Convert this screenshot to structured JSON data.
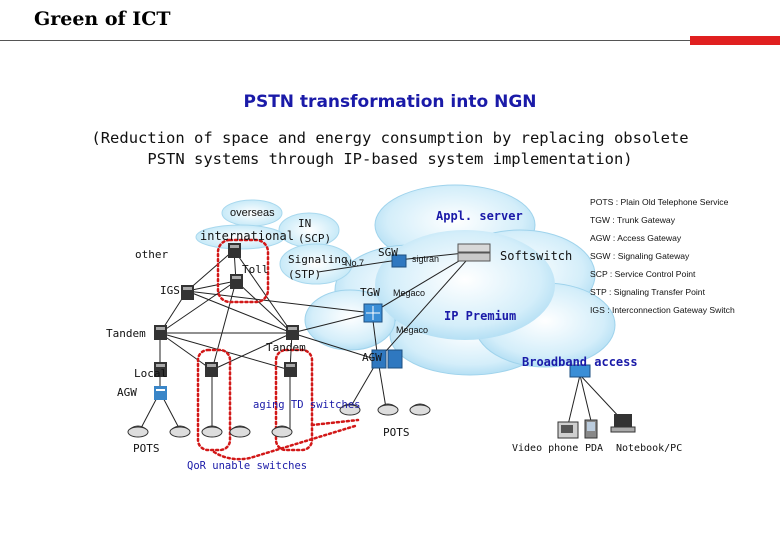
{
  "header": {
    "title": "Green of ICT"
  },
  "title": "PSTN transformation into NGN",
  "subtitle_lines": [
    "(Reduction of space and energy consumption by replacing obsolete",
    "PSTN systems through IP-based system implementation)"
  ],
  "labels": {
    "overseas": "overseas",
    "international": "international",
    "other": "other",
    "toll": "Toll",
    "igs": "IGS",
    "tandem_left": "Tandem",
    "tandem_mid": "Tandem",
    "local": "Local",
    "agw_left": "AGW",
    "pots_left": "POTS",
    "in": "IN",
    "scp": "(SCP)",
    "signaling": "Signaling",
    "stp": "(STP)",
    "no7": "No.7",
    "sgw": "SGW",
    "sigtran": "sigtran",
    "appl_server": "Appl. server",
    "softswitch": "Softswitch",
    "tgw": "TGW",
    "megaco_top": "Megaco",
    "ip_premium": "IP Premium",
    "megaco_bottom": "Megaco",
    "agw_right": "AGW",
    "broadband_access": "Broadband access",
    "aging_td": "aging TD switches",
    "qor": "QoR unable switches",
    "pots_mid": "POTS",
    "video_phone": "Video phone",
    "pda": "PDA",
    "notebook": "Notebook/PC"
  },
  "legend": [
    "POTS : Plain Old Telephone Service",
    "TGW : Trunk Gateway",
    "AGW : Access Gateway",
    "SGW : Signaling Gateway",
    "SCP : Service Control Point",
    "STP : Signaling Transfer Point",
    "IGS : Interconnection Gateway Switch"
  ],
  "colors": {
    "title_blue": "#1a1aa8",
    "accent_red": "#e02020",
    "cloud": "#bfe6f7",
    "dotted_red": "#d21818"
  }
}
